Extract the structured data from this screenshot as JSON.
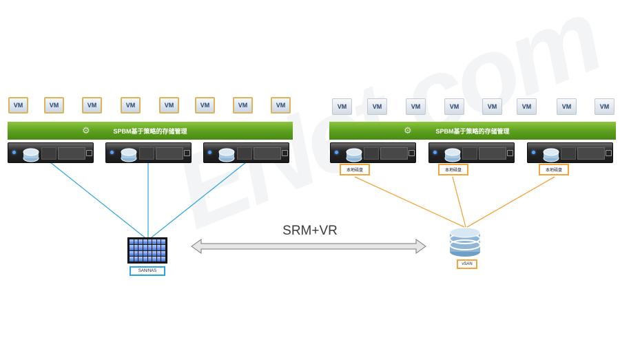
{
  "left": {
    "vm_label": "VM",
    "policy_bar": "SPBM基于策略的存储管理",
    "storage_label": "SAN/NAS"
  },
  "right": {
    "vm_label": "VM",
    "policy_bar": "SPBM基于策略的存储管理",
    "local_disk_label": "本地磁盘",
    "storage_label": "vSAN"
  },
  "replication_label": "SRM+VR",
  "watermark": "ENet.com",
  "colors": {
    "left_link": "#2aa3e0",
    "right_link": "#f3a43a",
    "policy_bar": "#6aad2a"
  },
  "icons": [
    "gear-icon",
    "server-icon",
    "database-icon",
    "storage-array-icon",
    "double-arrow-icon"
  ]
}
